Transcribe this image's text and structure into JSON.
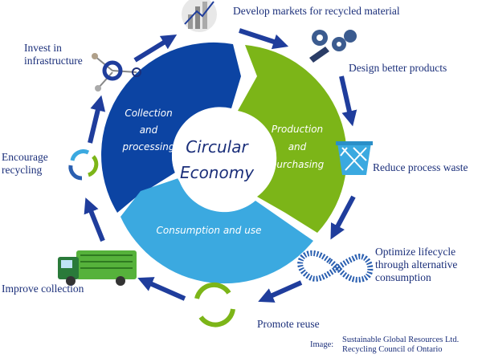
{
  "center": {
    "line1": "Circular",
    "line2": "Economy"
  },
  "segments": [
    {
      "id": "collection",
      "lines": [
        "Collection",
        "and",
        "processing"
      ],
      "color": "#0c44a3"
    },
    {
      "id": "production",
      "lines": [
        "Production",
        "and",
        "purchasing"
      ],
      "color": "#7cb518"
    },
    {
      "id": "consumption",
      "lines": [
        "Consumption and use"
      ],
      "color": "#3ba9e0"
    }
  ],
  "steps": {
    "develop": "Develop markets for recycled material",
    "design": "Design better products",
    "reduce": "Reduce process waste",
    "optimize": [
      "Optimize lifecycle",
      "through alternative",
      "consumption"
    ],
    "reuse": "Promote reuse",
    "collect": "Improve collection",
    "encourage": [
      "Encourage",
      "recycling"
    ],
    "invest": [
      "Invest in",
      "infrastructure"
    ]
  },
  "credit": {
    "prefix": "Image:",
    "line1": "Sustainable Global Resources Ltd.",
    "line2": "Recycling Council of Ontario"
  },
  "colors": {
    "text": "#1b2f7a",
    "arrow": "#1f3d9c"
  }
}
